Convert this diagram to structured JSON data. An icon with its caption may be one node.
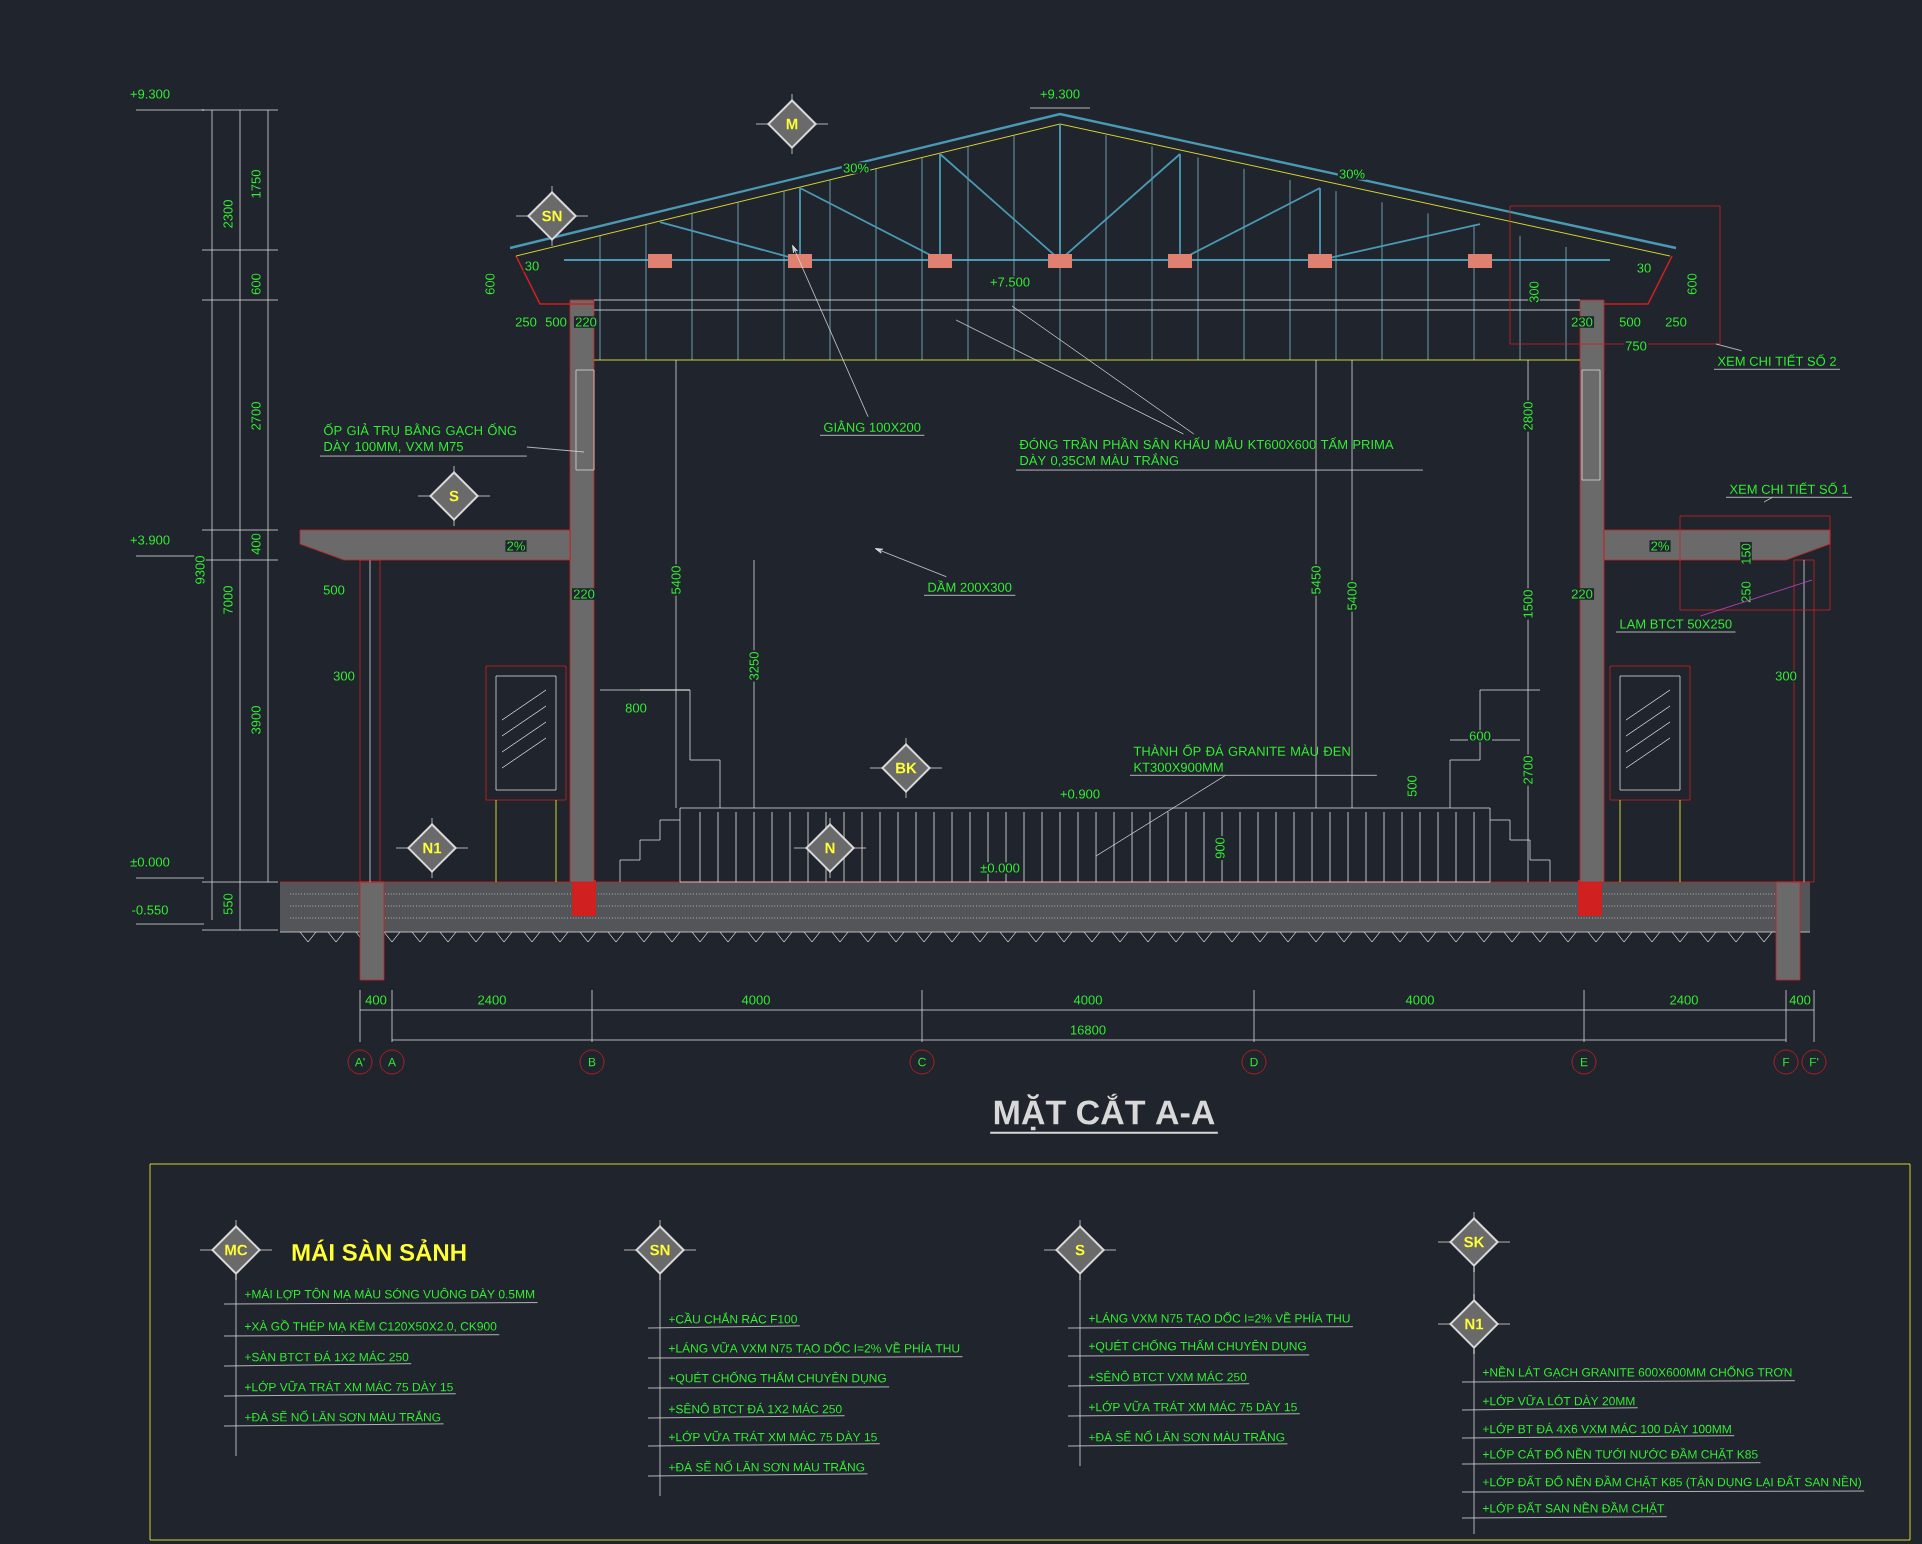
{
  "diagram": {
    "title": "MẶT CẮT A-A",
    "nodes": [
      {
        "text": [
          "M"
        ]
      },
      {
        "text": [
          "SN"
        ]
      },
      {
        "text": [
          "S"
        ]
      },
      {
        "text": [
          "BK"
        ]
      },
      {
        "text": [
          "N1"
        ]
      },
      {
        "text": [
          "N"
        ]
      },
      {
        "text": [
          "ỐP GIẢ TRỤ BẰNG GẠCH ỐNG DÀY 100MM, VXM M75"
        ]
      },
      {
        "text": [
          "GIẰNG 100X200"
        ]
      },
      {
        "text": [
          "ĐÓNG TRẦN PHẦN SÂN KHẤU MẪU KT600X600 TẤM PRIMA DÀY 0,35CM MÀU TRẮNG"
        ]
      },
      {
        "text": [
          "DẦM 200X300"
        ]
      },
      {
        "text": [
          "XEM CHI TIẾT SỐ 2"
        ]
      },
      {
        "text": [
          "XEM CHI TIẾT SỐ 1"
        ]
      },
      {
        "text": [
          "LAM BTCT 50X250"
        ]
      },
      {
        "text": [
          "THÀNH ỐP ĐÁ GRANITE MÀU ĐEN KT300X900MM"
        ]
      },
      {
        "text": [
          "A'"
        ]
      },
      {
        "text": [
          "A"
        ]
      },
      {
        "text": [
          "B"
        ]
      },
      {
        "text": [
          "C"
        ]
      },
      {
        "text": [
          "D"
        ]
      },
      {
        "text": [
          "E"
        ]
      },
      {
        "text": [
          "F"
        ]
      },
      {
        "text": [
          "F'"
        ]
      },
      {
        "text": [
          "MC"
        ],
        "beside": [
          "MÁI SÀN SẢNH"
        ]
      },
      {
        "text": [
          "SN"
        ]
      },
      {
        "text": [
          "S"
        ]
      },
      {
        "text": [
          "SK"
        ]
      },
      {
        "text": [
          "N1"
        ]
      }
    ],
    "edges": [
      {
        "from": 6,
        "to": null,
        "arrow": "none"
      },
      {
        "from": 7,
        "to": null,
        "arrow": "to"
      },
      {
        "from": 8,
        "to": null,
        "arrow": "none"
      },
      {
        "from": 8,
        "to": null,
        "arrow": "none"
      },
      {
        "from": 9,
        "to": null,
        "arrow": "to"
      },
      {
        "from": 10,
        "to": null,
        "arrow": "none"
      },
      {
        "from": 11,
        "to": null,
        "arrow": "none"
      },
      {
        "from": 12,
        "to": null,
        "arrow": "none",
        "color": "#cc44cc"
      },
      {
        "from": 13,
        "to": null,
        "arrow": "none"
      },
      {
        "from": 22,
        "to": null,
        "arrow": "none"
      },
      {
        "from": 23,
        "to": null,
        "arrow": "none"
      },
      {
        "from": 24,
        "to": null,
        "arrow": "none"
      },
      {
        "from": 25,
        "to": 26,
        "arrow": "none"
      },
      {
        "from": 26,
        "to": null,
        "arrow": "none"
      }
    ],
    "labels": [
      "+9.300",
      "+9.300",
      "+7.500",
      "+3.900",
      "±0.000",
      "-0.550",
      "+0.900",
      "±0.000",
      "30%",
      "30%",
      "30",
      "2300",
      "1750",
      "600",
      "2700",
      "400",
      "9300",
      "7000",
      "3900",
      "550",
      "600",
      "250",
      "500",
      "220",
      "2%",
      "500",
      "220",
      "300",
      "5400",
      "3250",
      "800",
      "300",
      "30",
      "600",
      "230",
      "500",
      "250",
      "750",
      "2800",
      "2%",
      "5450",
      "5400",
      "220",
      "150",
      "250",
      "1500",
      "300",
      "2700",
      "600",
      "500",
      "900",
      "400",
      "2400",
      "4000",
      "4000",
      "4000",
      "2400",
      "400",
      "16800",
      "+MÁI LỢP TÔN MẠ MÀU SÓNG VUÔNG DÀY 0.5MM",
      "+XÀ GỒ THÉP MẠ KẼM C120X50X2.0, CK900",
      "+SÀN BTCT ĐÁ 1X2 MÁC 250",
      "+LỚP VỮA TRÁT XM MÁC 75 DÀY 15",
      "+ĐÁ SẼ NỐ LĂN SƠN MÀU TRẮNG",
      "+CẦU CHẮN RÁC F100",
      "+LÁNG VỮA VXM N75 TẠO DỐC I=2% VỀ PHÍA THU",
      "+QUÉT CHỐNG THẤM CHUYÊN DỤNG",
      "+SÊNÔ BTCT ĐÁ 1X2 MÁC 250",
      "+LỚP VỮA TRÁT XM MÁC 75 DÀY 15",
      "+ĐÁ SẼ NỐ LĂN SƠN MÀU TRẮNG",
      "+LÁNG VXM N75 TẠO DỐC I=2% VỀ PHÍA THU",
      "+QUÉT CHỐNG THẤM CHUYÊN DỤNG",
      "+SÊNÔ BTCT VXM MÁC 250",
      "+LỚP VỮA TRÁT XM MÁC 75 DÀY 15",
      "+ĐÁ SẼ NỐ LĂN SƠN MÀU TRẮNG",
      "+NỀN LÁT GẠCH GRANITE 600X600MM CHỐNG TRƠN",
      "+LỚP VỮA LÓT DÀY 20MM",
      "+LỚP BT ĐÁ 4X6 VXM MÁC 100 DÀY 100MM",
      "+LỚP CÁT ĐỔ NỀN TƯỚI NƯỚC ĐẦM CHẶT K85",
      "+LỚP ĐẤT ĐỔ NỀN ĐẦM CHẶT K85 (TẬN DỤNG LẠI ĐẤT SAN NỀN)",
      "+LỚP ĐẤT SAN NỀN ĐẦM CHẶT"
    ]
  }
}
